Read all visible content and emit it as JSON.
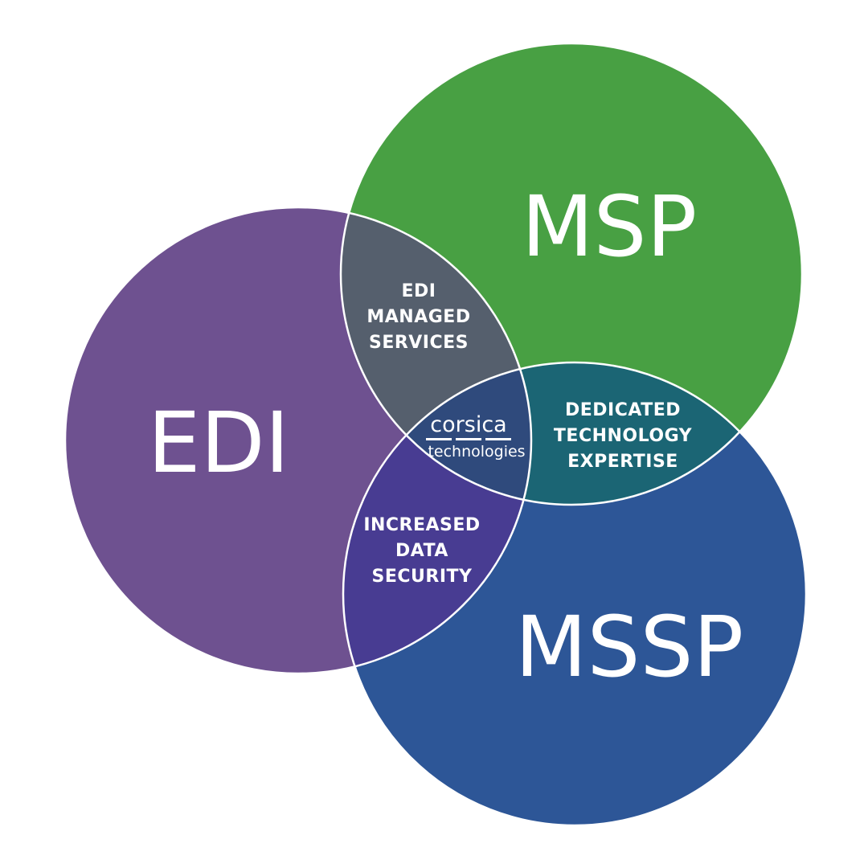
{
  "colors": {
    "edi": "#6e5190",
    "msp": "#48a043",
    "mssp": "#2d5697",
    "edi_msp": "#555f6d",
    "msp_mssp": "#1b6574",
    "edi_mssp": "#483c92",
    "center": "#2f4a7c",
    "outline": "#ffffff"
  },
  "sets": {
    "edi": "EDI",
    "msp": "MSP",
    "mssp": "MSSP"
  },
  "overlaps": {
    "edi_msp": [
      "EDI",
      "MANAGED",
      "SERVICES"
    ],
    "msp_mssp": [
      "DEDICATED",
      "TECHNOLOGY",
      "EXPERTISE"
    ],
    "edi_mssp": [
      "INCREASED",
      "DATA",
      "SECURITY"
    ]
  },
  "center_logo": {
    "top": "corsica",
    "bottom": "technologies"
  }
}
